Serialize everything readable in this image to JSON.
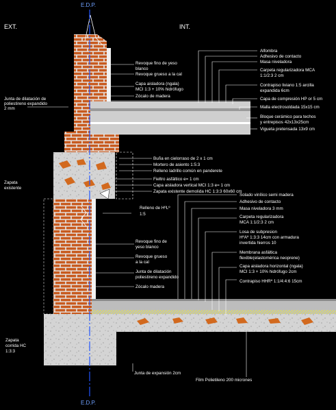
{
  "header": {
    "edp_top": "E.D.P.",
    "edp_bottom": "E.D.P.",
    "ext": "EXT.",
    "int": "INT."
  },
  "labels_right_top": [
    "Alfombra",
    "Adhesivo de contacto",
    "Masa niveladora",
    "Carpeta regularizadora MCA",
    "1:1/2:3  2 cm",
    "Contrapiso liviano 1:5 arcilla",
    "expandida 6cm",
    "Capa de compresión HP or 5 cm",
    "Malla electrosoldada 15x15 cm",
    "Bloque cerámico para techos",
    "y entrepisos 42x13x25cm",
    "Vigueta pretensada 13x9 cm"
  ],
  "labels_wall_top": [
    "Revoque fino de yeso",
    "blanco",
    "Revoque grueso a la cal",
    "Capa aisladora (ngala)",
    "MCI 1:3 + 10% hidrófugo",
    "Zócalo de madera"
  ],
  "label_joint_top": [
    "Junta de dilatación de",
    "poliestireno expandido",
    "2 mm"
  ],
  "labels_middle": [
    "Buña en cielorraso de 2 x 1 cm",
    "Mortero de asiento 1:5:3",
    "Relleno ladrillo común en panderete"
  ],
  "labels_footing": [
    "Fieltro asfáltico e= 1 cm",
    "Capa aisladora vertical MCI 1:3 e= 1 cm",
    "Zapata existente demolida HC 1:3:3 60x60 cm"
  ],
  "label_zapata_existente": [
    "Zapata",
    "existente"
  ],
  "label_relleno": [
    "Relleno de HºLº",
    "1:5"
  ],
  "labels_wall_bottom": [
    "Revoque fino de",
    "yeso blanco",
    "Revoque grueso",
    "a la cal",
    "Junta de dilatación",
    "poliestireno expandido",
    "Zócalo madera"
  ],
  "labels_right_bottom": [
    "Solado vinílico semi madera",
    "Adhesivo de contacto",
    "Masa niveladora 3 mm",
    "Carpeta regularizadora",
    "MCA 1:1/2:3  2 cm",
    "Losa de subpresion",
    "HºAº 1:3:3  14cm con  armadura",
    "invertida hierros  10",
    "Membrana asfáltica",
    "flexible(elastomérica neoprene)",
    "Capa aisladora horizontal (ngala)",
    "MCI 1:3 + 10% hidrófugo 2cm",
    "Contrapiso HHRº 1:1/4:4:6  15cm"
  ],
  "label_zapata_corrida": [
    "Zapata",
    "corrida HC",
    "1:3:3"
  ],
  "label_junta_expansion": "Junta de expansión 2cm",
  "label_film": "Film Polietileno 200 micrones",
  "colors": {
    "background": "#000000",
    "brick": "#c85a1e",
    "mortar": "#e8e8e8",
    "concrete": "#d9d9d9",
    "aggregate": "#d2691e",
    "axis": "#2255ff",
    "leader": "#ffffff",
    "labels": "#ffffff",
    "hatch": "#ffff00"
  }
}
